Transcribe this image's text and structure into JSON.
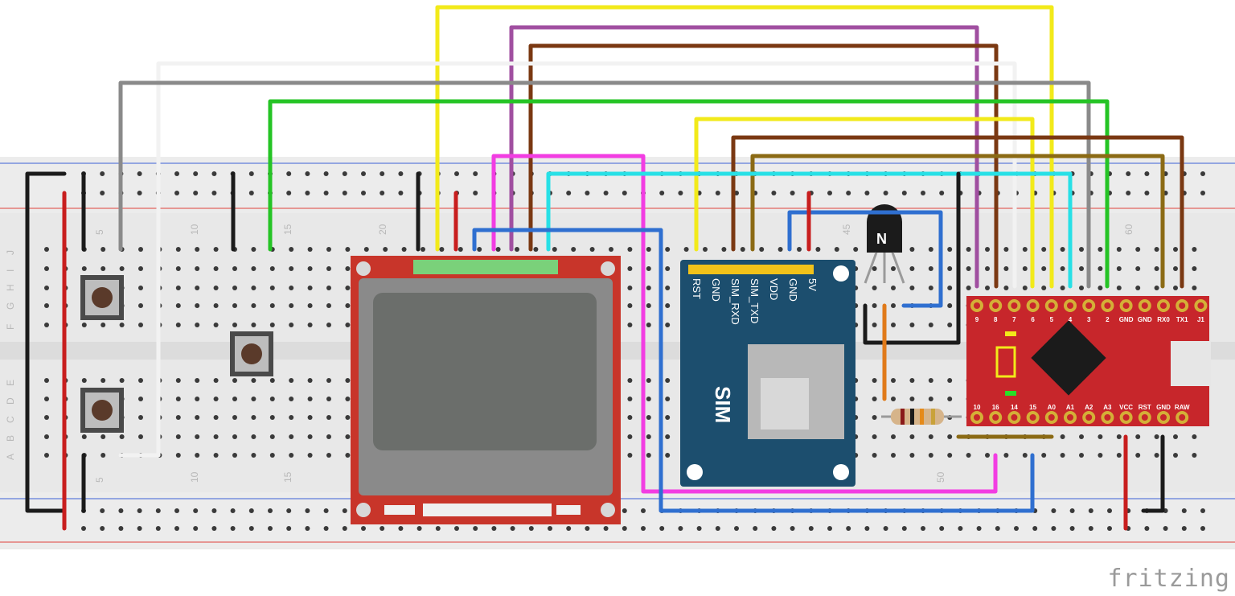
{
  "watermark": "fritzing",
  "breadboard": {
    "column_labels": [
      "5",
      "10",
      "15",
      "20",
      "45",
      "50",
      "60"
    ],
    "row_labels_top": [
      "J",
      "I",
      "H",
      "G",
      "F"
    ],
    "row_labels_bottom": [
      "E",
      "D",
      "C",
      "B",
      "A"
    ]
  },
  "sim_module": {
    "big_label": "SIM",
    "pins": [
      "5V",
      "GND",
      "VDD",
      "SIM_TXD",
      "SIM_RXD",
      "GND",
      "RST"
    ]
  },
  "transistor": {
    "label": "N"
  },
  "arduino": {
    "top_pins": [
      "9",
      "8",
      "7",
      "6",
      "5",
      "4",
      "3",
      "2",
      "GND",
      "GND",
      "RX0",
      "TX1",
      "J1"
    ],
    "bottom_pins": [
      "10",
      "16",
      "14",
      "15",
      "A0",
      "A1",
      "A2",
      "A3",
      "VCC",
      "RST",
      "GND",
      "RAW"
    ]
  },
  "colors": {
    "breadboard": "#e6e6e6",
    "rail_red": "#e0423d",
    "rail_blue": "#3b5fd6",
    "wire_yellow": "#f2ea1a",
    "wire_purple": "#a04fa0",
    "wire_brown": "#7a3812",
    "wire_white": "#f2f2f2",
    "wire_gray": "#8a8a8a",
    "wire_green": "#25c425",
    "wire_magenta": "#f23de2",
    "wire_cyan": "#27e0e6",
    "wire_blue": "#2f6fd0",
    "wire_black": "#1b1b1b",
    "wire_red": "#c81e1e",
    "wire_olive": "#8b6a14",
    "lcd_board": "#c8352a",
    "sim_board": "#1c4e6e",
    "arduino_board": "#c7262b"
  }
}
